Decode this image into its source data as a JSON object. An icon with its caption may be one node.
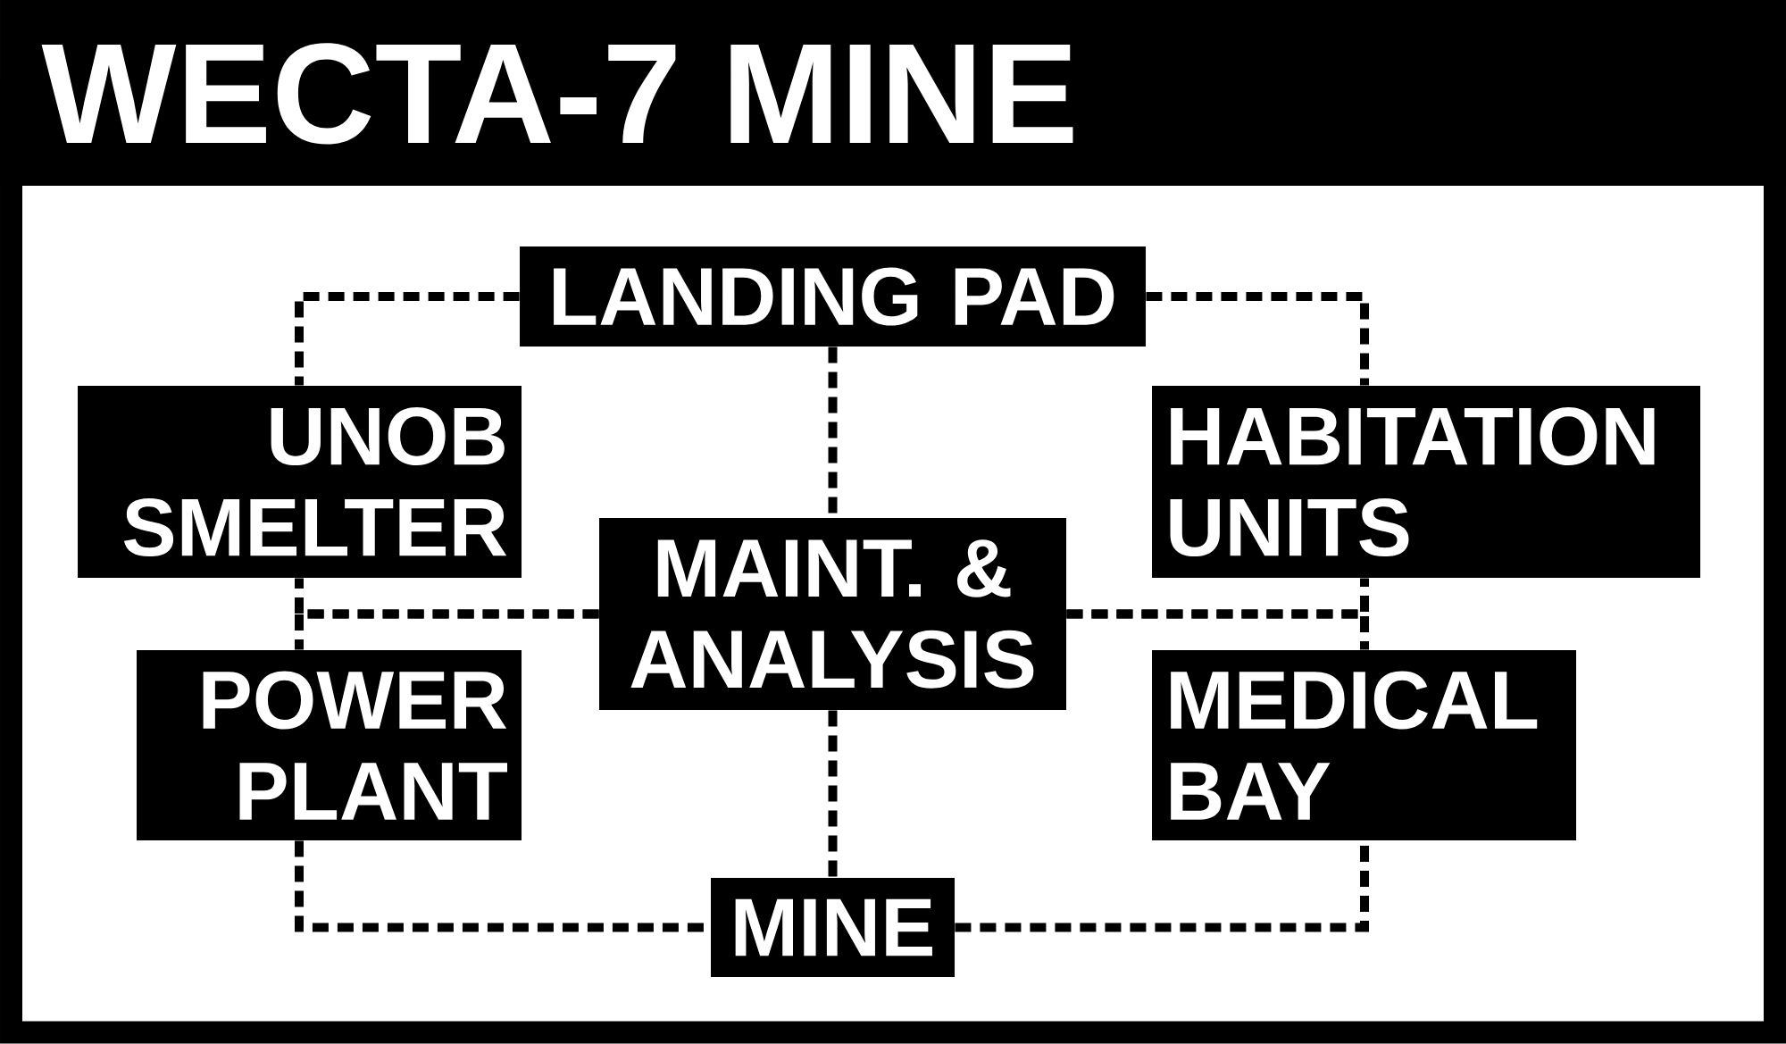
{
  "diagram": {
    "title": "WECTA-7 MINE",
    "nodes": [
      {
        "text": [
          "LANDING PAD"
        ]
      },
      {
        "text": [
          "UNOB SMELTER"
        ]
      },
      {
        "text": [
          "HABITATION UNITS"
        ]
      },
      {
        "text": [
          "MAINT. & ANALYSIS"
        ]
      },
      {
        "text": [
          "POWER PLANT"
        ]
      },
      {
        "text": [
          "MEDICAL BAY"
        ]
      },
      {
        "text": [
          "MINE"
        ]
      }
    ],
    "edges": [
      {
        "from": 0,
        "to": 1,
        "arrow": "none",
        "style": "dashed"
      },
      {
        "from": 0,
        "to": 2,
        "arrow": "none",
        "style": "dashed"
      },
      {
        "from": 0,
        "to": 3,
        "arrow": "none",
        "style": "dashed"
      },
      {
        "from": 3,
        "to": 1,
        "arrow": "none",
        "style": "dashed"
      },
      {
        "from": 3,
        "to": 4,
        "arrow": "none",
        "style": "dashed"
      },
      {
        "from": 3,
        "to": 2,
        "arrow": "none",
        "style": "dashed"
      },
      {
        "from": 3,
        "to": 5,
        "arrow": "none",
        "style": "dashed"
      },
      {
        "from": 3,
        "to": 6,
        "arrow": "none",
        "style": "dashed"
      },
      {
        "from": 4,
        "to": 6,
        "arrow": "none",
        "style": "dashed"
      },
      {
        "from": 6,
        "to": 5,
        "arrow": "none",
        "style": "dashed"
      }
    ]
  }
}
